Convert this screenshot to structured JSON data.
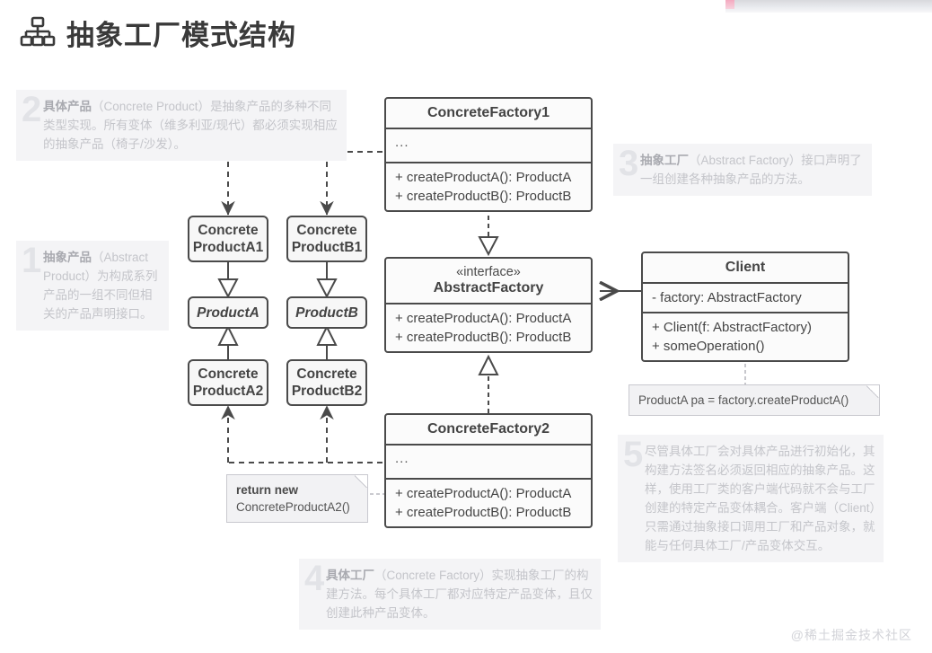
{
  "header": {
    "icon": "hierarchy-icon",
    "title": "抽象工厂模式结构"
  },
  "watermark": "@稀土掘金技术社区",
  "annotations": [
    {
      "num": "1",
      "lead": "抽象产品",
      "en": "（Abstract Product）",
      "text": "为构成系列产品的一组不同但相关的产品声明接口。"
    },
    {
      "num": "2",
      "lead": "具体产品",
      "en": "（Concrete Product）",
      "text": "是抽象产品的多种不同类型实现。所有变体（维多利亚/现代）都必须实现相应的抽象产品（椅子/沙发）。"
    },
    {
      "num": "3",
      "lead": "抽象工厂",
      "en": "（Abstract Factory）",
      "text": "接口声明了一组创建各种抽象产品的方法。"
    },
    {
      "num": "4",
      "lead": "具体工厂",
      "en": "（Concrete Factory）",
      "text": "实现抽象工厂的构建方法。每个具体工厂都对应特定产品变体，且仅创建此种产品变体。"
    },
    {
      "num": "5",
      "lead": "",
      "en": "",
      "text": "尽管具体工厂会对具体产品进行初始化，其构建方法签名必须返回相应的抽象产品。这样，使用工厂类的客户端代码就不会与工厂创建的特定产品变体耦合。客户端（Client）只需通过抽象接口调用工厂和产品对象，就能与任何具体工厂/产品变体交互。"
    }
  ],
  "classes": {
    "concrete_factory_1": {
      "name": "ConcreteFactory1",
      "fields": "...",
      "methods": [
        "+ createProductA(): ProductA",
        "+ createProductB(): ProductB"
      ]
    },
    "concrete_factory_2": {
      "name": "ConcreteFactory2",
      "fields": "...",
      "methods": [
        "+ createProductA(): ProductA",
        "+ createProductB(): ProductB"
      ]
    },
    "abstract_factory": {
      "stereotype": "«interface»",
      "name": "AbstractFactory",
      "methods": [
        "+ createProductA(): ProductA",
        "+ createProductB(): ProductB"
      ]
    },
    "client": {
      "name": "Client",
      "fields": [
        "- factory: AbstractFactory"
      ],
      "methods": [
        "+ Client(f: AbstractFactory)",
        "+ someOperation()"
      ]
    }
  },
  "products": {
    "concrete_product_a1": "Concrete\nProductA1",
    "product_a": "ProductA",
    "concrete_product_a2": "Concrete\nProductA2",
    "concrete_product_b1": "Concrete\nProductB1",
    "product_b": "ProductB",
    "concrete_product_b2": "Concrete\nProductB2"
  },
  "notes": {
    "return_new": {
      "line1": "return new",
      "line2": "ConcreteProductA2()"
    },
    "client_call": {
      "text": "ProductA pa = factory.createProductA()"
    }
  },
  "colors": {
    "stroke": "#4a4a4a",
    "box_fill": "#fbfbfb",
    "annotation_bg": "#f4f4f6",
    "annotation_text": "#c4c5ca",
    "note_bg": "#f2f2f4"
  }
}
